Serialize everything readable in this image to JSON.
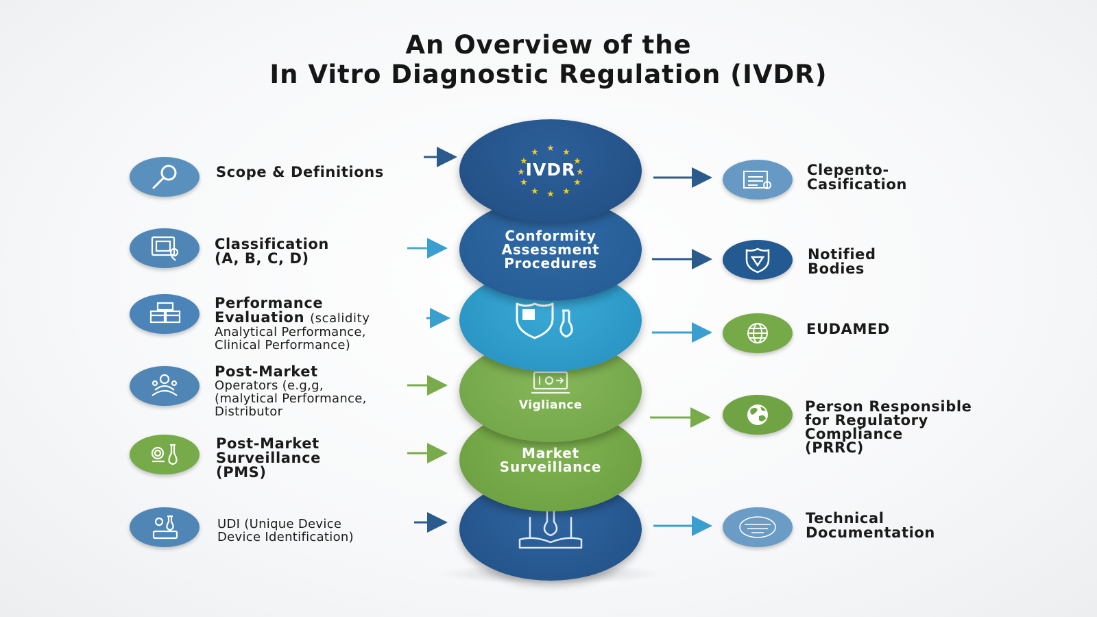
{
  "title": {
    "line1": "An Overview of the",
    "line2": "In Vitro Diagnostic Regulation (IVDR)"
  },
  "colors": {
    "dark_blue": "#2b5a8c",
    "mid_blue": "#4c86b3",
    "teal": "#2f9fcc",
    "green": "#74a845",
    "navy": "#1f4d86"
  },
  "center": {
    "ivdr": "IVDR",
    "conformity_line1": "Conformity",
    "conformity_line2": "Assessment",
    "conformity_line3": "Procedures",
    "vigilance": "Vigliance",
    "market_line1": "Market",
    "market_line2": "Surveillance"
  },
  "left": [
    {
      "title": "Scope & Definitions",
      "icon": "magnifier-icon"
    },
    {
      "title": "Classification",
      "title2": "(A, B, C, D)",
      "icon": "classification-icon"
    },
    {
      "title": "Performance",
      "title2": "Evaluation",
      "inline": "(scalidity",
      "sub1": "Analytical Performance,",
      "sub2": "Clinical Performance)",
      "icon": "folders-icon"
    },
    {
      "title": "Post-Market",
      "sub1": "Operators (e.g,g,",
      "sub2": "(malytical Performance,",
      "sub3": "Distributor",
      "icon": "people-icon"
    },
    {
      "title": "Post-Market",
      "title2": "Surveillance",
      "title3": "(PMS)",
      "icon": "lab-flask-icon"
    },
    {
      "sub1": "UDI (Unique Device",
      "sub2": "Device Identification)",
      "icon": "udi-icon"
    }
  ],
  "right": [
    {
      "title": "Clepento-",
      "title2": "Casification",
      "icon": "document-icon"
    },
    {
      "title": "Notified",
      "title2": "Bodies",
      "icon": "shield-icon"
    },
    {
      "title": "EUDAMED",
      "icon": "globe-icon"
    },
    {
      "title": "Person Responsible",
      "title2": "for Regulatory",
      "title3": "Compliance",
      "title4": "(PRRC)",
      "icon": "earth-icon"
    },
    {
      "title": "Technical",
      "title2": "Documentation",
      "icon": "stamp-icon"
    }
  ]
}
